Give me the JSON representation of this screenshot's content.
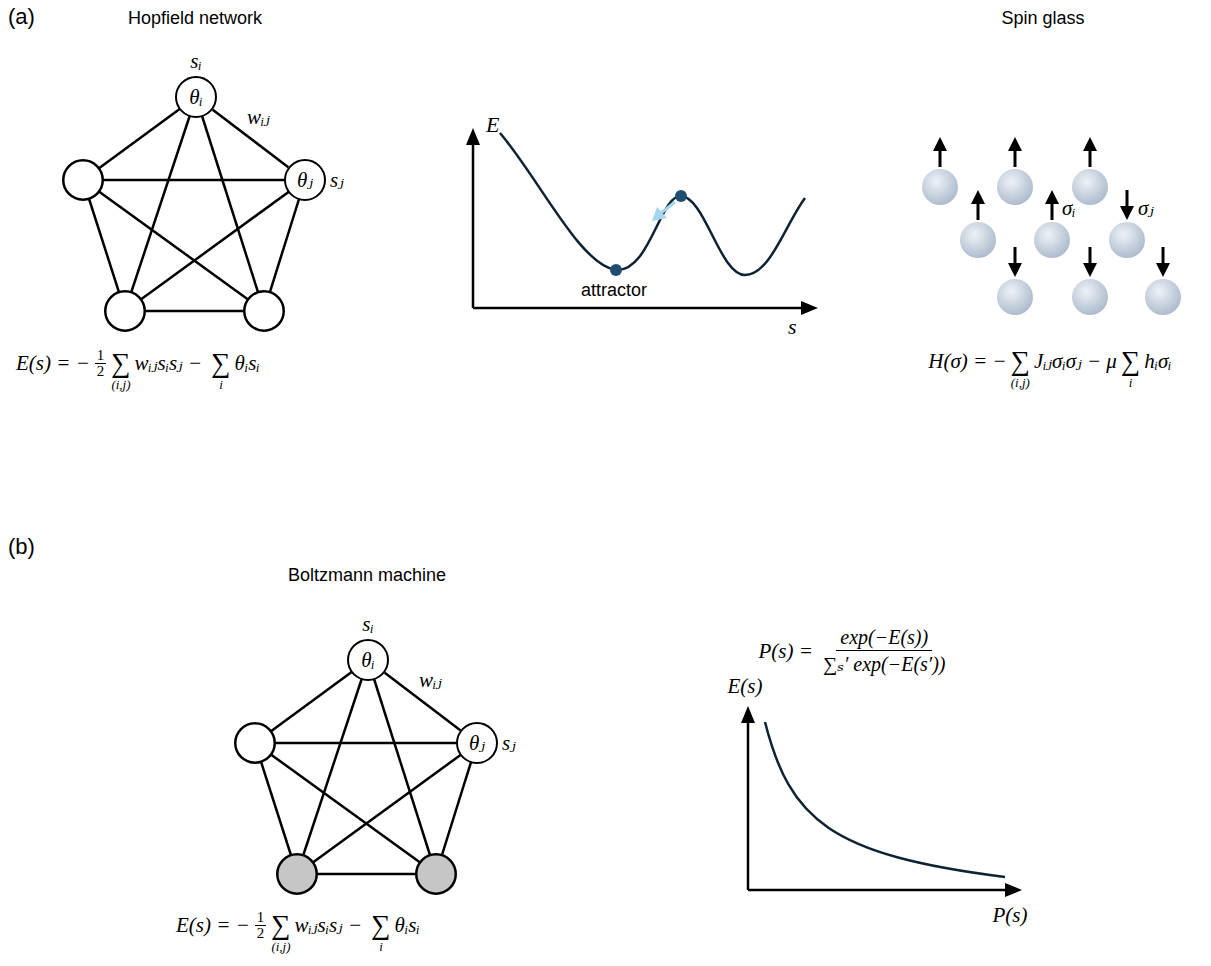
{
  "diagram": {
    "nodes": [
      {
        "text": [
          "sᵢ",
          "θᵢ"
        ]
      },
      {
        "text": [
          "θⱼ",
          "sⱼ"
        ]
      },
      {
        "text": [
          "sᵢ",
          "θᵢ"
        ]
      },
      {
        "text": [
          "θⱼ",
          "sⱼ"
        ]
      }
    ],
    "edges": [
      {
        "from": 0,
        "to": 1,
        "arrow": "none",
        "label": "wᵢⱼ"
      },
      {
        "from": 2,
        "to": 3,
        "arrow": "none",
        "label": "wᵢⱼ"
      }
    ],
    "labels": [
      "(a)",
      "Hopfield network",
      "E",
      "attractor",
      "s",
      "Spin glass",
      "σᵢ",
      "σⱼ",
      "E(s) = −",
      "1",
      "2",
      "∑",
      "(i,j)",
      "wᵢⱼsᵢsⱼ − ",
      "∑",
      "i",
      "θᵢsᵢ",
      "H(σ) = −",
      "∑",
      "(i,j)",
      "Jᵢⱼσᵢσⱼ − μ",
      "∑",
      "i",
      "hᵢσᵢ",
      "(b)",
      "Boltzmann machine",
      "P(s) =",
      "exp(−E(s))",
      "∑ₛ′ exp(−E(s′))",
      "E(s)",
      "P(s)",
      "E(s) = −",
      "1",
      "2",
      "∑",
      "(i,j)",
      "wᵢⱼsᵢsⱼ − ",
      "∑",
      "i",
      "θᵢsᵢ"
    ]
  }
}
